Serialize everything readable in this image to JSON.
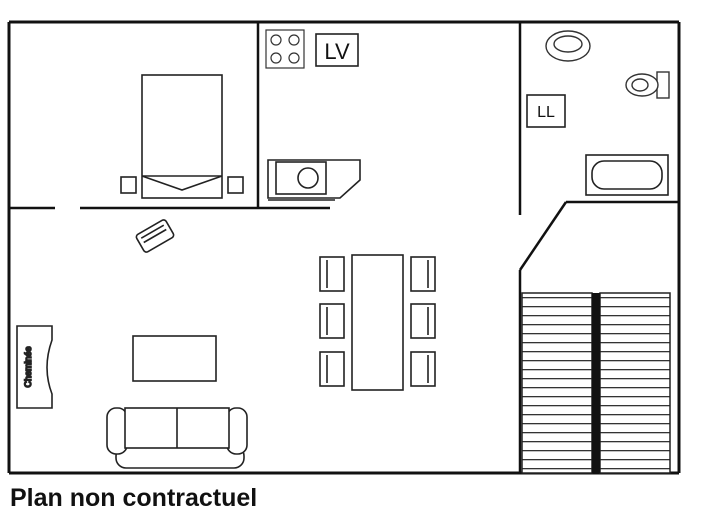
{
  "plan": {
    "label_lv": "LV",
    "label_ll": "LL",
    "label_heater": "Cheminée",
    "caption": "Plan non contractuel"
  },
  "colors": {
    "wall": "#111111",
    "fixture": "#444444",
    "fill": "#e6e6e6"
  }
}
